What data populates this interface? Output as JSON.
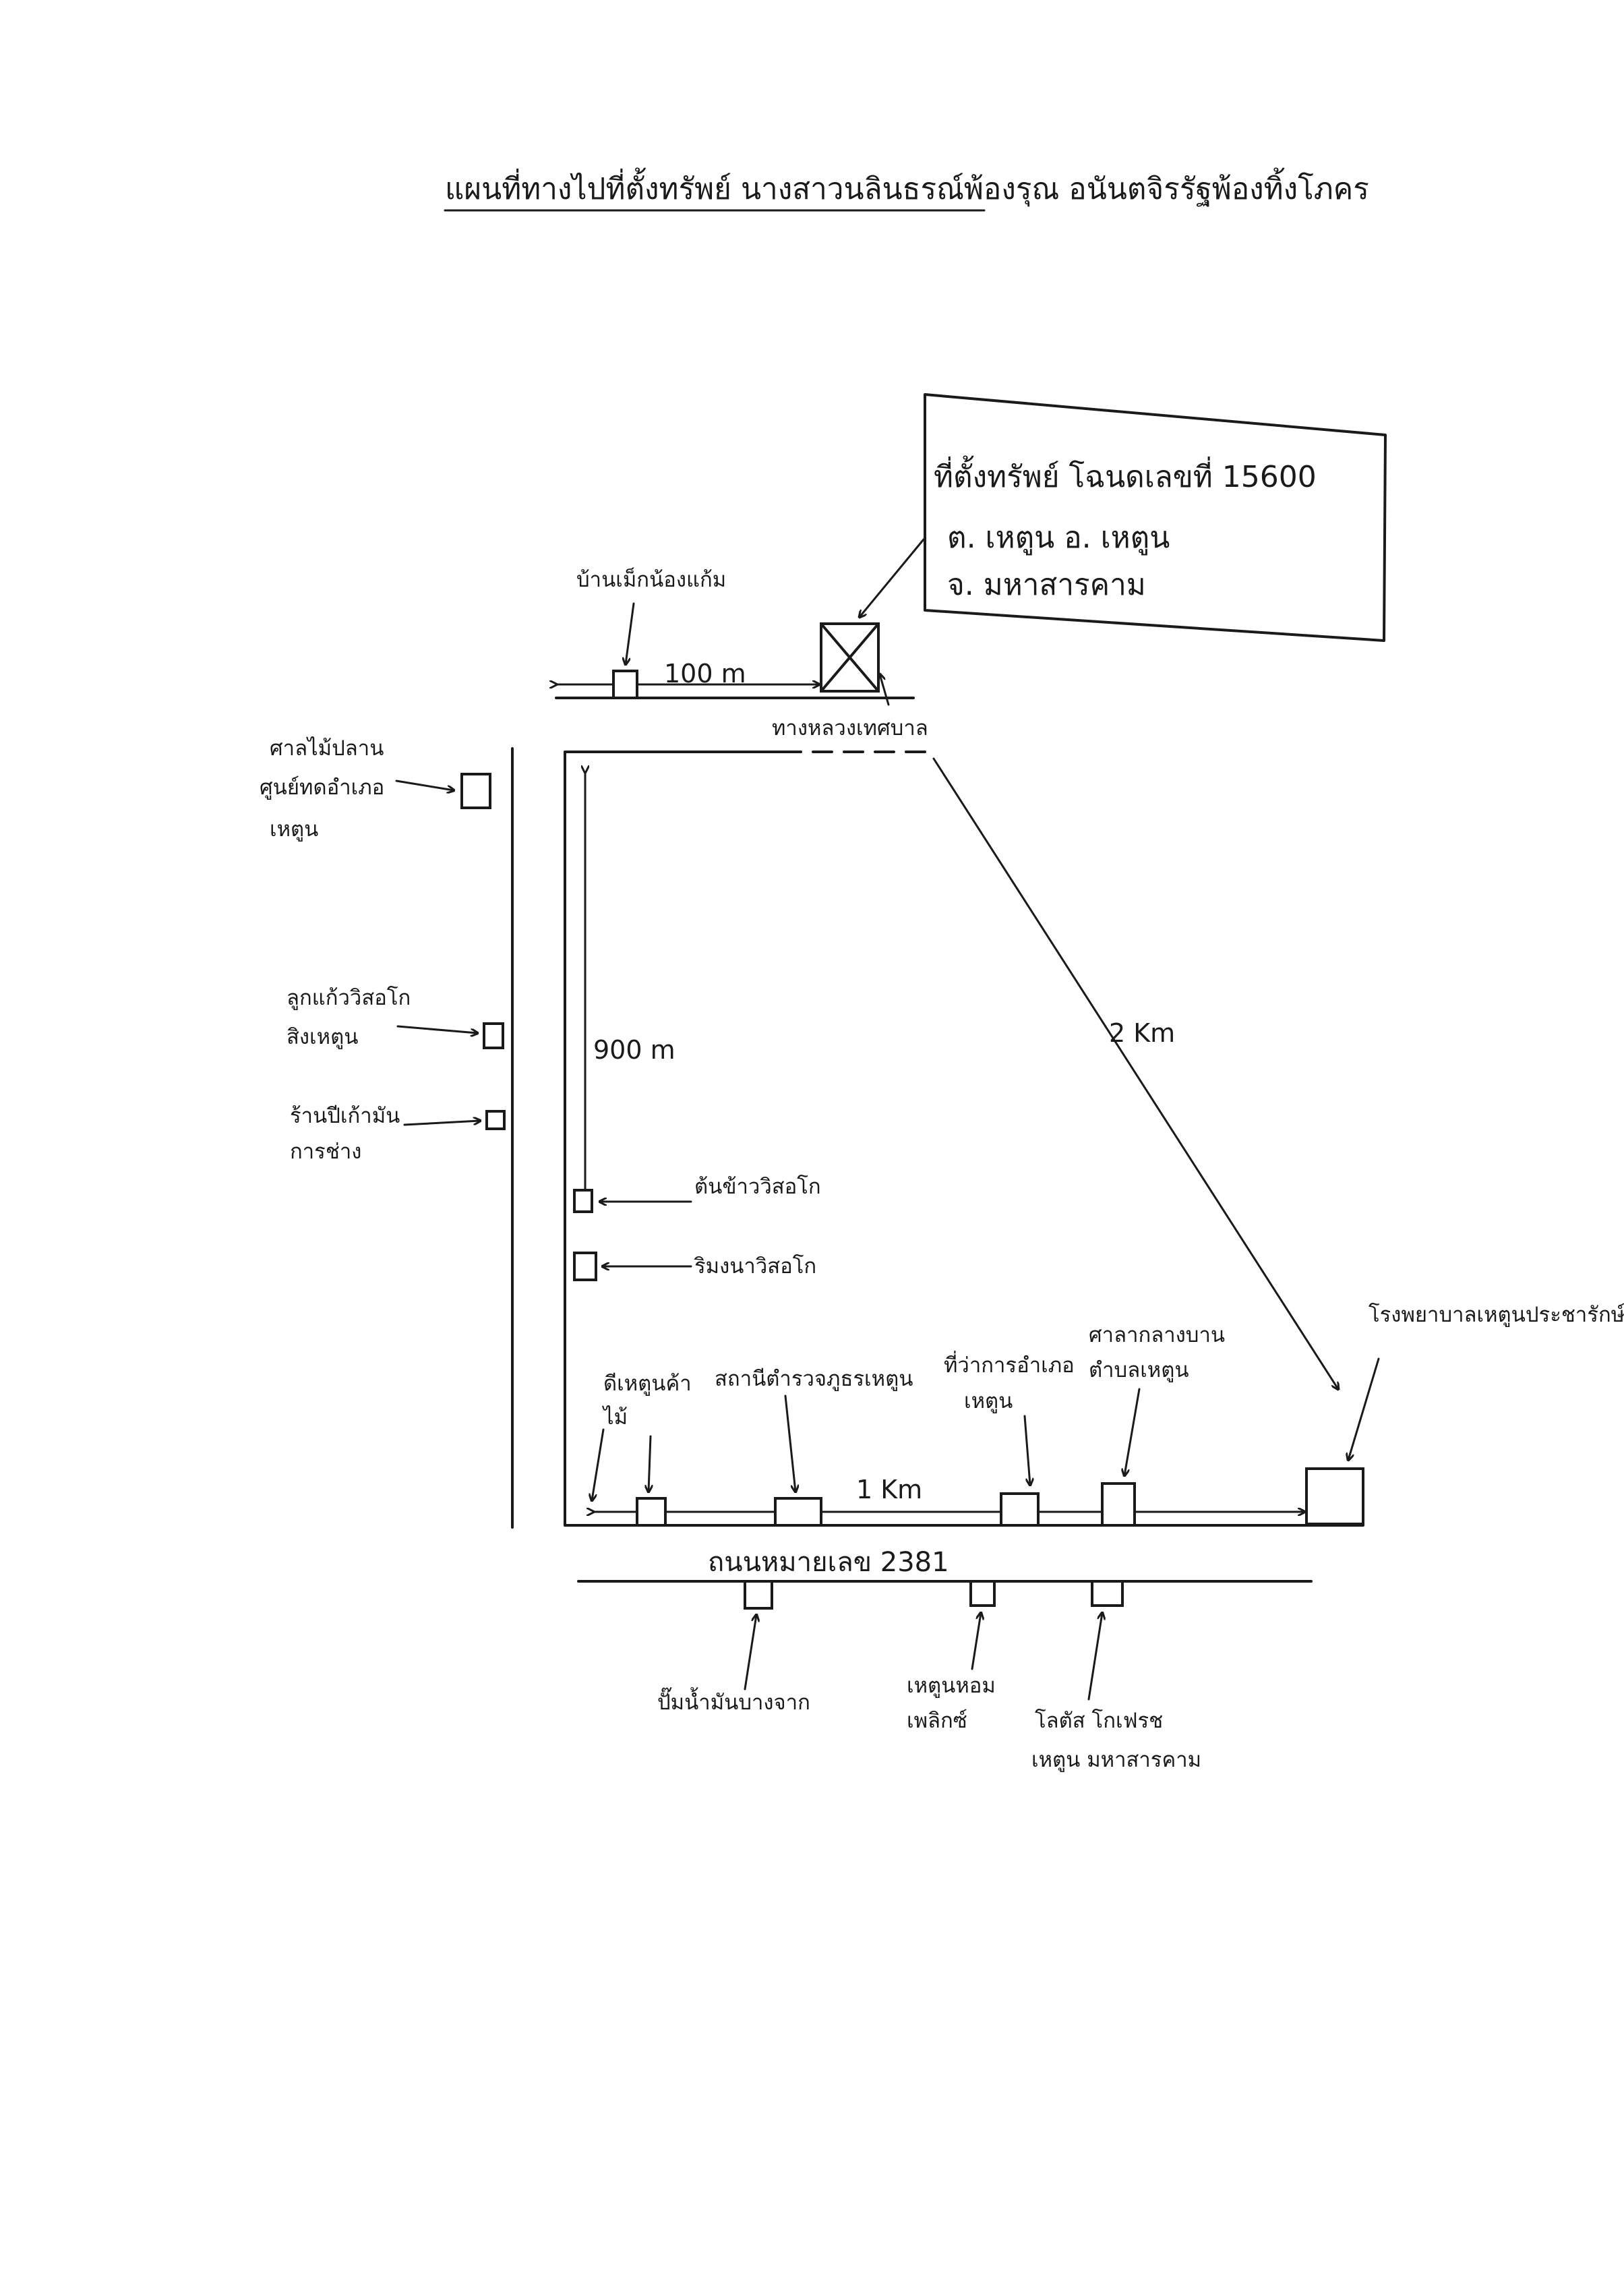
{
  "title": "แผนที่ทางไปที่ตั้งทรัพย์ นางสาวนลินธรณ์พ้องรุณ อนันตจิรรัฐพ้องทิ้งโภคร",
  "property_box": {
    "line1": "ที่ตั้งทรัพย์ โฉนดเลขที่ 15600",
    "line2": "ต. เหตูน อ. เหตูน",
    "line3": "จ. มหาสารคาม"
  },
  "labels": {
    "house_top": "บ้านเม็กน้องแก้ม",
    "distance_top": "100 m",
    "municipal_road": "ทางหลวงเทศบาล",
    "left_building_1": [
      "ศาลไม้ปลาน",
      "ศูนย์ทดอำเภอ",
      "เหตูน"
    ],
    "left_building_2": [
      "ลูกแก้ววิสอโก",
      "สิงเหตูน"
    ],
    "left_building_3": [
      "ร้านปีเก้ามัน",
      "การช่าง"
    ],
    "distance_vertical": "900 m",
    "inner_building_1": "ต้นข้าววิสอโก",
    "inner_building_2": "ริมงนาวิสอโก",
    "distance_diagonal": "2 Km",
    "hospital": "โรงพยาบาลเหตูนประชารักษ์",
    "bottom_building_1": [
      "ดีเหตูนค้า",
      "ไม้"
    ],
    "bottom_building_2": "สถานีตำรวจภูธรเหตูน",
    "bottom_building_3": [
      "ที่ว่าการอำเภอ",
      "เหตูน"
    ],
    "bottom_building_4": [
      "ศาลากลางบาน",
      "ตำบลเหตูน"
    ],
    "distance_bottom": "1 Km",
    "highway": "ถนนหมายเลข 2381",
    "below_building_1": "ปั๊มน้ำมันบางจาก",
    "below_building_2": [
      "เหตูนหอม",
      "เพลิกซ์"
    ],
    "below_building_3": [
      "โลตัส โกเฟรช",
      "เหตูน มหาสารคาม"
    ]
  },
  "colors": {
    "ink": "#1a1a1a",
    "paper": "#ffffff"
  }
}
